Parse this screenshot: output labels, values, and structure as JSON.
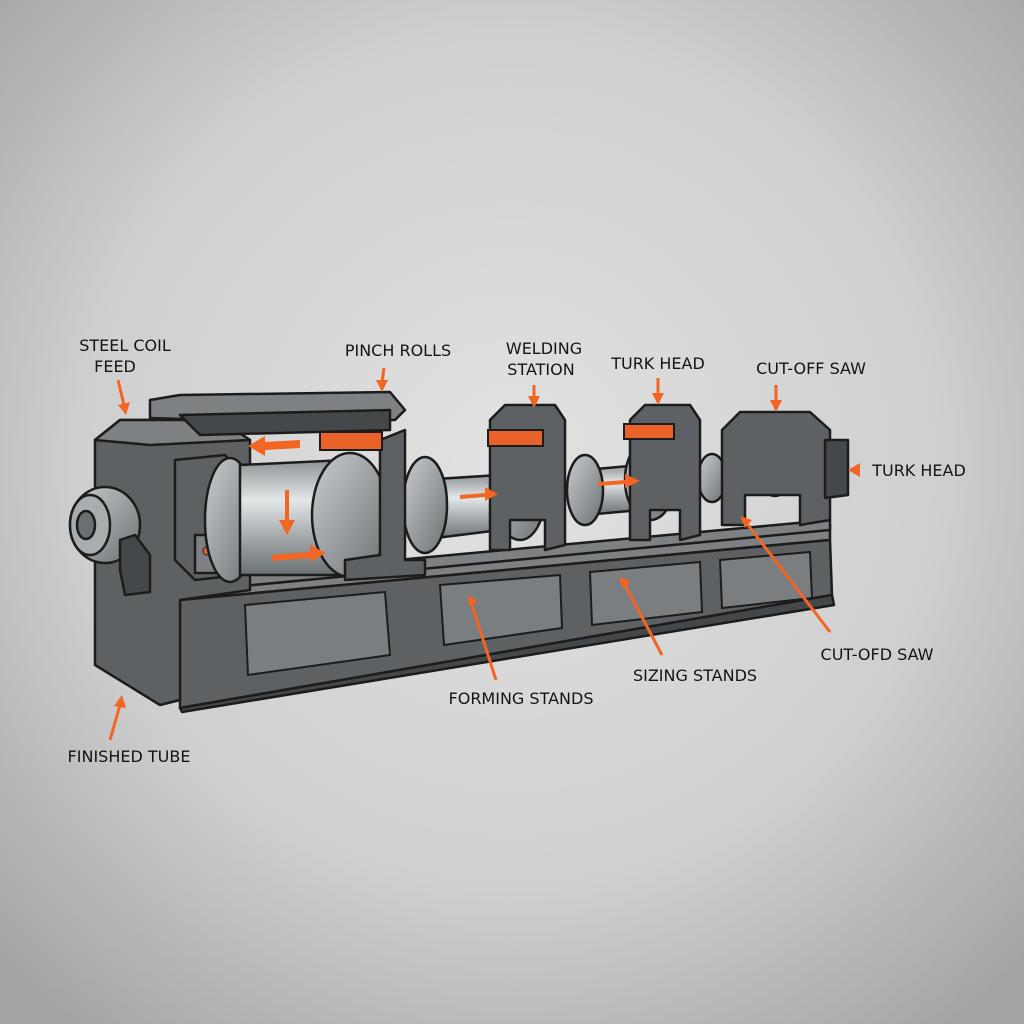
{
  "diagram": {
    "accent_color": "#f26522",
    "labels": {
      "steel_coil_feed": [
        "STEEL COIL",
        "FEED"
      ],
      "pinch_rolls": "PINCH ROLLS",
      "welding_station": [
        "WELDING",
        "STATION"
      ],
      "turk_head_top": "TURK HEAD",
      "cut_off_saw_top": "CUT-OFF SAW",
      "turk_head_right": "TURK HEAD",
      "cut_ofd_saw": "CUT-OFD SAW",
      "sizing_stands": "SIZING STANDS",
      "forming_stands": "FORMING STANDS",
      "finished_tube": "FINISHED TUBE"
    }
  }
}
